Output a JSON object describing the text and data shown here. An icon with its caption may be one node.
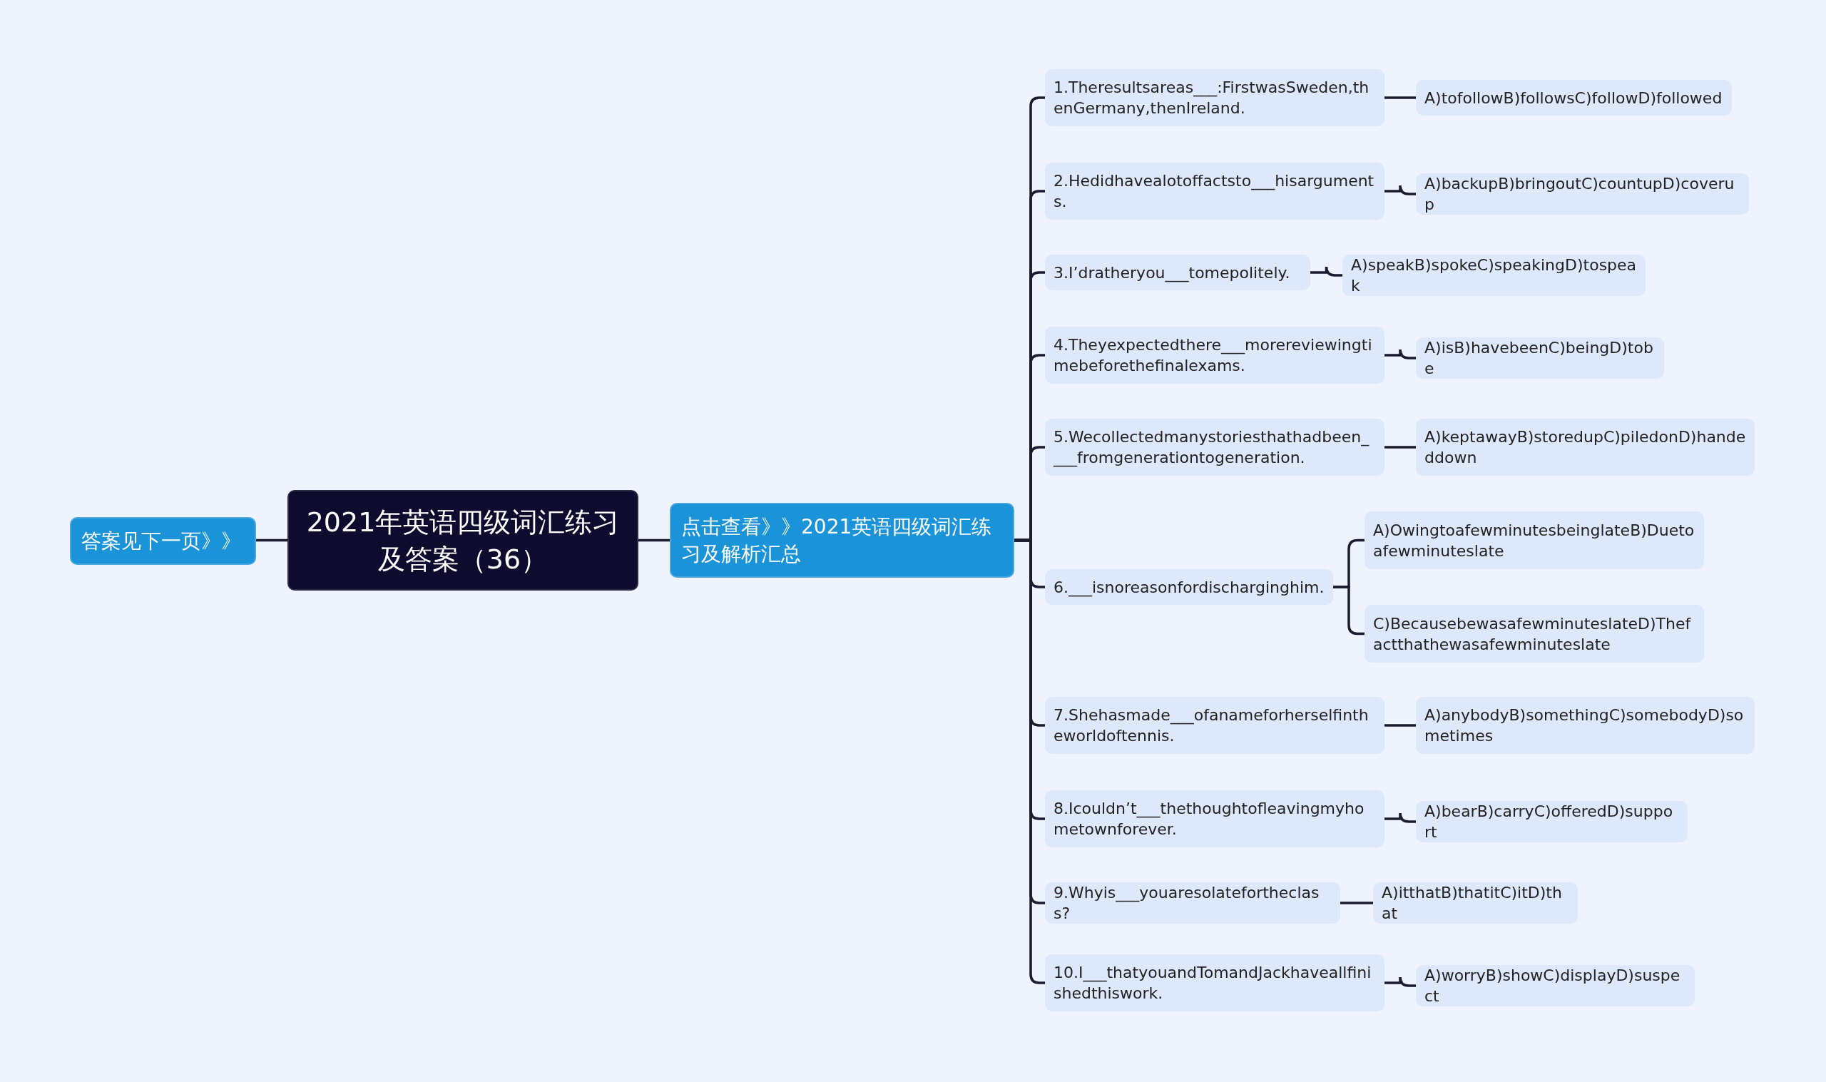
{
  "diagram": {
    "nodes": [
      {
        "text": [
          "2021年英语四级词汇练习及答案（36）"
        ]
      },
      {
        "text": [
          "答案见下一页》》"
        ]
      },
      {
        "text": [
          "点击查看》》2021英语四级词汇练习及解析汇总"
        ]
      },
      {
        "text": [
          "1.Theresultsareas___:FirstwasSweden,thenGermany,thenIreland."
        ]
      },
      {
        "text": [
          "A)tofollowB)followsC)followD)followed"
        ]
      },
      {
        "text": [
          "2.Hedidhavealotoffactsto___hisarguments."
        ]
      },
      {
        "text": [
          "A)backupB)bringoutC)countupD)coverup"
        ]
      },
      {
        "text": [
          "3.I’dratheryou___tomepolitely."
        ]
      },
      {
        "text": [
          "A)speakB)spokeC)speakingD)tospeak"
        ]
      },
      {
        "text": [
          "4.Theyexpectedthere___morereviewingtimebeforethefinalexams."
        ]
      },
      {
        "text": [
          "A)isB)havebeenC)beingD)tobe"
        ]
      },
      {
        "text": [
          "5.Wecollectedmanystoriesthathadbeen____fromgenerationtogeneration."
        ]
      },
      {
        "text": [
          "A)keptawayB)storedupC)piledonD)handeddown"
        ]
      },
      {
        "text": [
          "6.___isnoreasonfordischarginghim."
        ]
      },
      {
        "text": [
          "A)OwingtoafewminutesbeinglateB)Duetoafewminuteslate"
        ]
      },
      {
        "text": [
          "C)BecausebewasafewminuteslateD)Thefactthathewasafewminuteslate"
        ]
      },
      {
        "text": [
          "7.Shehasmade___ofanameforherselfintheworldoftennis."
        ]
      },
      {
        "text": [
          "A)anybodyB)somethingC)somebodyD)sometimes"
        ]
      },
      {
        "text": [
          "8.Icouldn’t___thethoughtofleavingmyhometownforever."
        ]
      },
      {
        "text": [
          "A)bearB)carryC)offeredD)support"
        ]
      },
      {
        "text": [
          "9.Whyis___youaresolatefortheclass?"
        ]
      },
      {
        "text": [
          "A)itthatB)thatitC)itD)that"
        ]
      },
      {
        "text": [
          "10.I___thatyouandTomandJackhaveallfinishedthiswork."
        ]
      },
      {
        "text": [
          "A)worryB)showC)displayD)suspect"
        ]
      }
    ],
    "edges": [
      {
        "from": 0,
        "to": 1,
        "arrow": "none"
      },
      {
        "from": 0,
        "to": 2,
        "arrow": "none"
      },
      {
        "from": 2,
        "to": 3,
        "arrow": "none"
      },
      {
        "from": 2,
        "to": 5,
        "arrow": "none"
      },
      {
        "from": 2,
        "to": 7,
        "arrow": "none"
      },
      {
        "from": 2,
        "to": 9,
        "arrow": "none"
      },
      {
        "from": 2,
        "to": 11,
        "arrow": "none"
      },
      {
        "from": 2,
        "to": 13,
        "arrow": "none"
      },
      {
        "from": 2,
        "to": 16,
        "arrow": "none"
      },
      {
        "from": 2,
        "to": 18,
        "arrow": "none"
      },
      {
        "from": 2,
        "to": 20,
        "arrow": "none"
      },
      {
        "from": 2,
        "to": 22,
        "arrow": "none"
      },
      {
        "from": 3,
        "to": 4,
        "arrow": "none"
      },
      {
        "from": 5,
        "to": 6,
        "arrow": "none"
      },
      {
        "from": 7,
        "to": 8,
        "arrow": "none"
      },
      {
        "from": 9,
        "to": 10,
        "arrow": "none"
      },
      {
        "from": 11,
        "to": 12,
        "arrow": "none"
      },
      {
        "from": 13,
        "to": 14,
        "arrow": "none"
      },
      {
        "from": 13,
        "to": 15,
        "arrow": "none"
      },
      {
        "from": 16,
        "to": 17,
        "arrow": "none"
      },
      {
        "from": 18,
        "to": 19,
        "arrow": "none"
      },
      {
        "from": 20,
        "to": 21,
        "arrow": "none"
      },
      {
        "from": 22,
        "to": 23,
        "arrow": "none"
      }
    ]
  }
}
